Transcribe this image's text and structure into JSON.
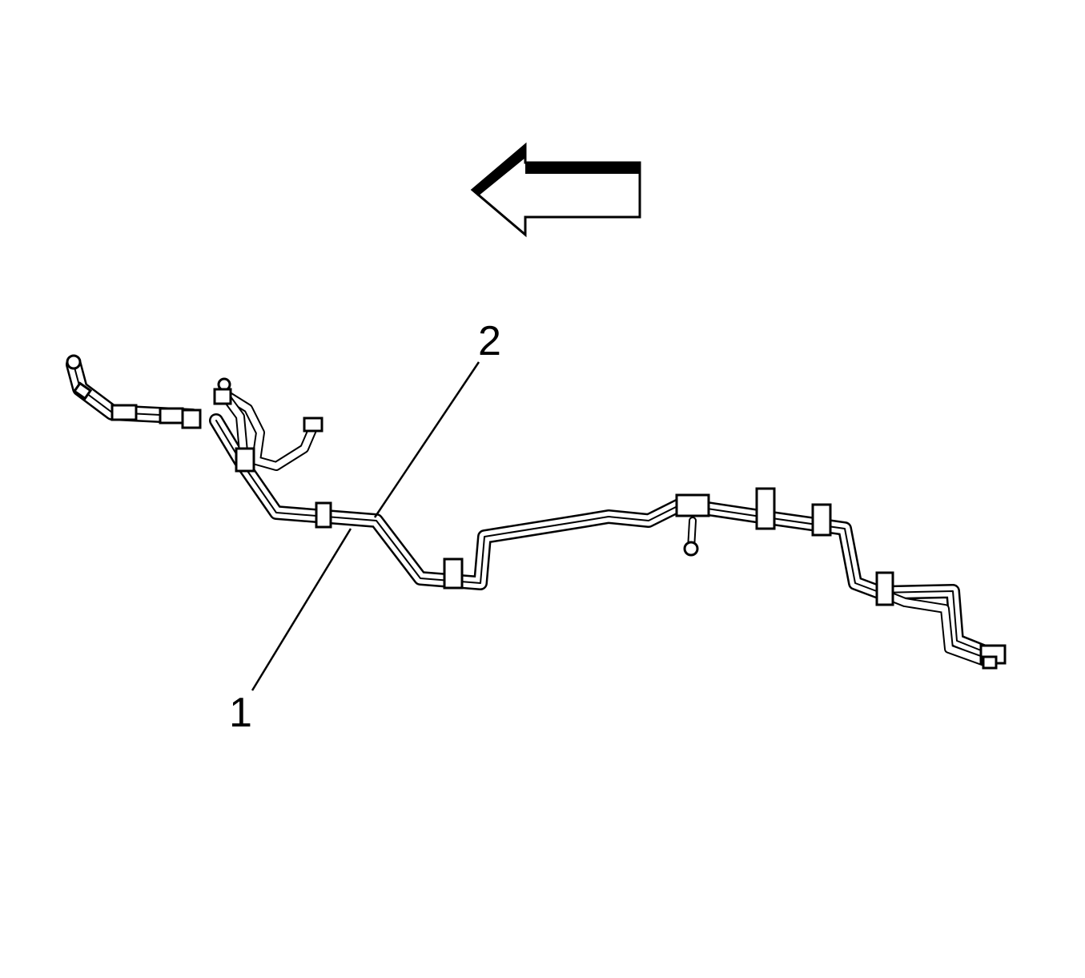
{
  "diagram": {
    "callouts": [
      {
        "id": "1",
        "label": "1"
      },
      {
        "id": "2",
        "label": "2"
      }
    ],
    "direction_arrow": {
      "points": "left",
      "icon": "arrow-left-icon"
    },
    "colors": {
      "ink": "#000000",
      "background": "#ffffff"
    }
  }
}
